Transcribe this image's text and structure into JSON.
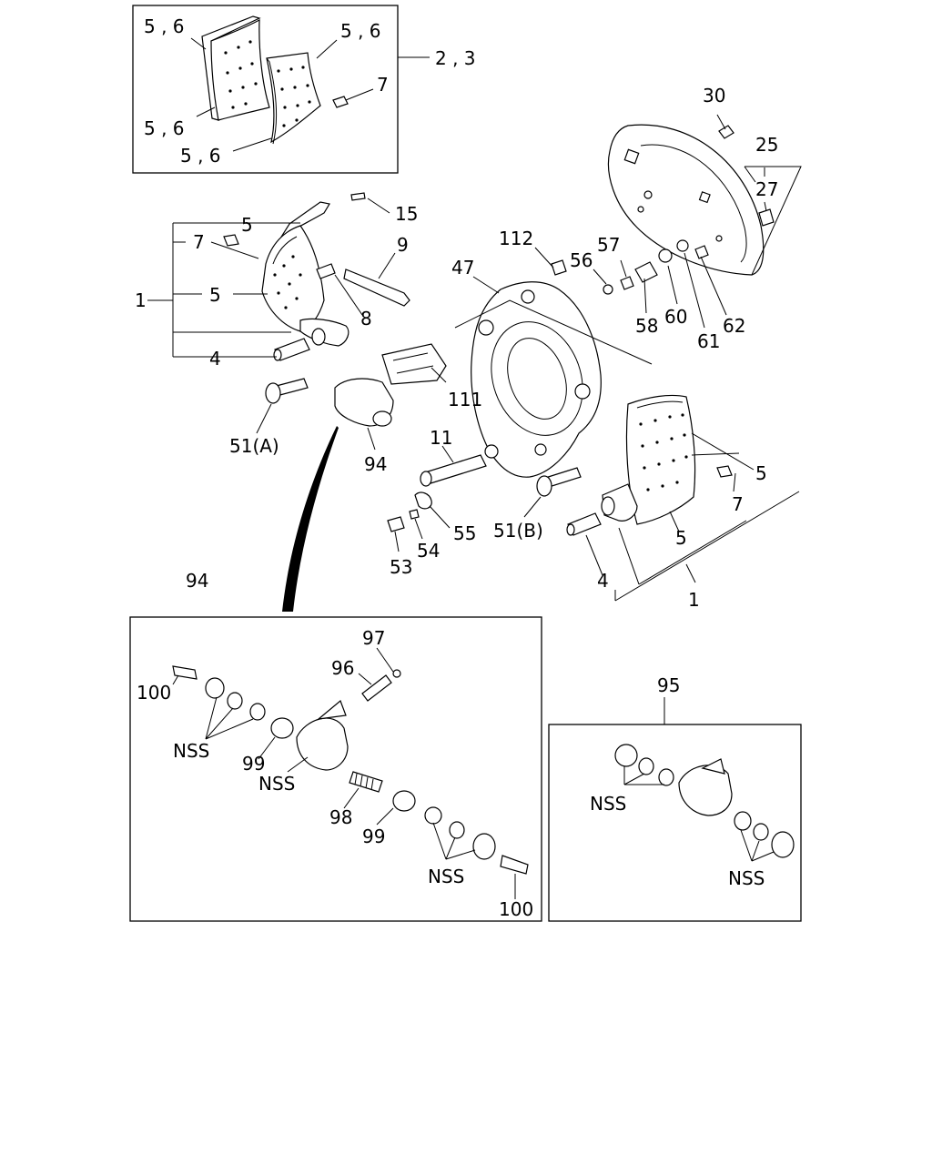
{
  "callouts": {
    "inset_top_l1": "5 , 6",
    "inset_top_r1": "5 , 6",
    "inset_top_l2": "5 , 6",
    "inset_top_l3": "5 , 6",
    "inset_top_7": "7",
    "inset_top_23": "2 , 3",
    "c30": "30",
    "c25": "25",
    "c27": "27",
    "c15": "15",
    "c5a": "5",
    "c7a": "7",
    "c9": "9",
    "c1a": "1",
    "c5b": "5",
    "c8": "8",
    "c4a": "4",
    "c112": "112",
    "c47": "47",
    "c56": "56",
    "c57": "57",
    "c58": "58",
    "c60": "60",
    "c61": "61",
    "c62": "62",
    "c111": "111",
    "c51a": "51(A)",
    "c94": "94",
    "c11": "11",
    "c53": "53",
    "c54": "54",
    "c55": "55",
    "c51b": "51(B)",
    "c5c": "5",
    "c7b": "7",
    "c5d": "5",
    "c4b": "4",
    "c1b": "1",
    "p94": "94",
    "c97": "97",
    "c96": "96",
    "c100a": "100",
    "nss1": "NSS",
    "c99a": "99",
    "nss2": "NSS",
    "c98": "98",
    "c99b": "99",
    "nss3": "NSS",
    "c100b": "100",
    "p95": "95",
    "nss4": "NSS",
    "nss5": "NSS"
  }
}
